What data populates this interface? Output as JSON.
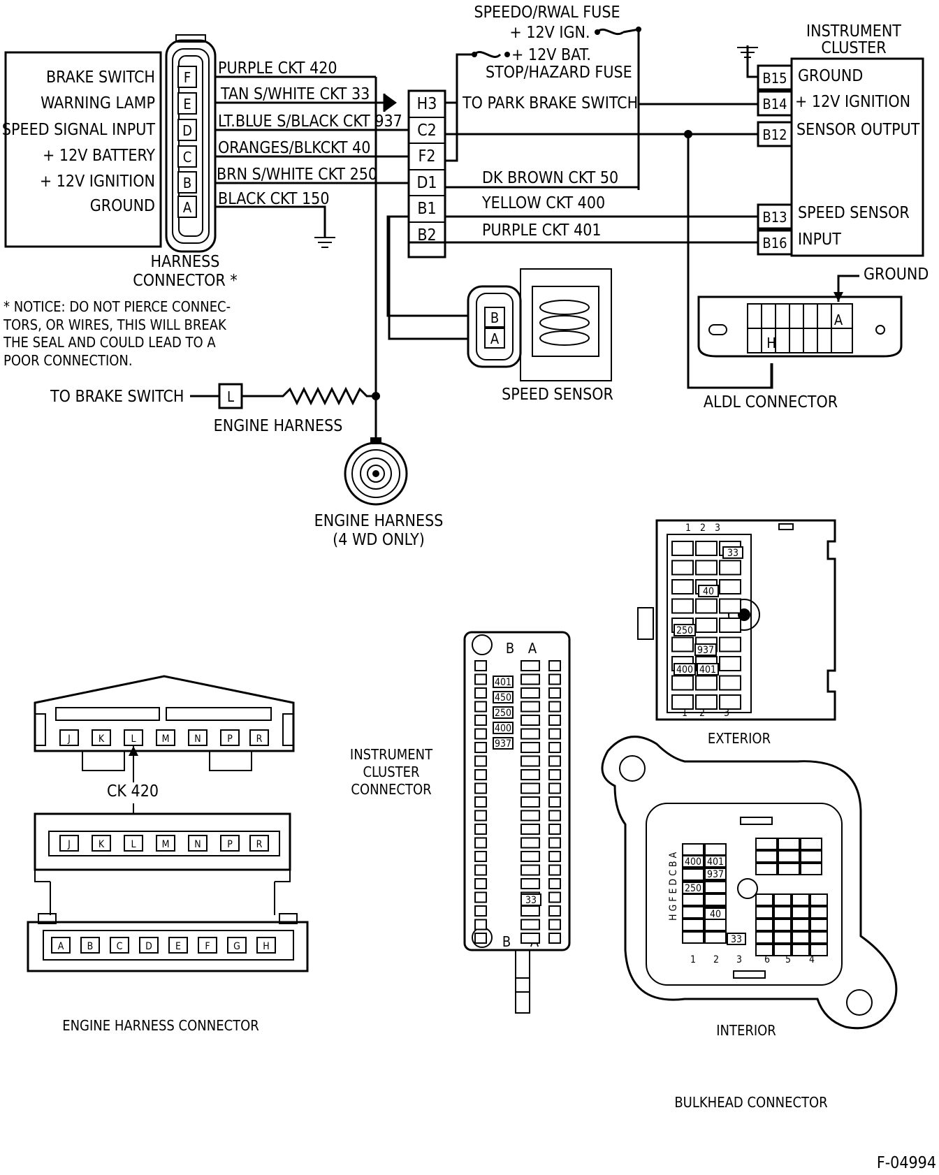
{
  "module": {
    "rows": [
      {
        "label": "BRAKE SWITCH",
        "pin": "F",
        "wire": "PURPLE CKT 420"
      },
      {
        "label": "WARNING LAMP",
        "pin": "E",
        "wire": "TAN S/WHITE CKT 33"
      },
      {
        "label": "SPEED SIGNAL INPUT",
        "pin": "D",
        "wire": "LT.BLUE S/BLACK CKT 937"
      },
      {
        "label": "+ 12V BATTERY",
        "pin": "C",
        "wire": "ORANGES/BLKCKT  40"
      },
      {
        "label": "+ 12V IGNITION",
        "pin": "B",
        "wire": "BRN S/WHITE CKT 250"
      },
      {
        "label": "GROUND",
        "pin": "A",
        "wire": "BLACK CKT 150"
      }
    ],
    "harness_label_1": "HARNESS",
    "harness_label_2": "CONNECTOR *"
  },
  "notice": [
    "* NOTICE: DO NOT PIERCE CONNEC-",
    "TORS, OR WIRES, THIS WILL BREAK",
    "THE SEAL AND COULD LEAD TO A",
    "POOR CONNECTION."
  ],
  "bulkhead_pins": [
    "H3",
    "C2",
    "F2",
    "D1",
    "B1",
    "B2"
  ],
  "fuses": {
    "speedo_1": "SPEEDO/RWAL FUSE",
    "speedo_2": "+ 12V IGN.",
    "bat_1": "+ 12V BAT.",
    "bat_2": "STOP/HAZARD FUSE"
  },
  "wires": {
    "park_brake": "TO PARK BRAKE SWITCH",
    "dk_brown": "DK BROWN CKT 50",
    "yellow": "YELLOW CKT 400",
    "purple401": "PURPLE CKT 401"
  },
  "cluster": {
    "title_1": "INSTRUMENT",
    "title_2": "CLUSTER",
    "pins": [
      {
        "pin": "B15",
        "label": "GROUND"
      },
      {
        "pin": "B14",
        "label": "+ 12V IGNITION"
      },
      {
        "pin": "B12",
        "label": "SENSOR OUTPUT"
      },
      {
        "pin": "B13",
        "label": "SPEED SENSOR"
      },
      {
        "pin": "B16",
        "label": "INPUT"
      }
    ]
  },
  "speed_sensor": {
    "label": "SPEED SENSOR",
    "pin_b": "B",
    "pin_a": "A"
  },
  "aldl": {
    "label": "ALDL CONNECTOR",
    "ground": "GROUND",
    "pin_a": "A",
    "pin_h": "H"
  },
  "brake_feed": {
    "label": "TO BRAKE SWITCH",
    "pin": "L",
    "harness": "ENGINE HARNESS"
  },
  "engine_4wd": {
    "line1": "ENGINE HARNESS",
    "line2": "(4 WD ONLY)"
  },
  "engine_connector": {
    "top_pins": [
      "J",
      "K",
      "L",
      "M",
      "N",
      "P",
      "R"
    ],
    "bottom_pins": [
      "A",
      "B",
      "C",
      "D",
      "E",
      "F",
      "G",
      "H"
    ],
    "ck_label": "CK 420",
    "title": "ENGINE HARNESS CONNECTOR"
  },
  "ic_connector": {
    "title_1": "INSTRUMENT",
    "title_2": "CLUSTER",
    "title_3": "CONNECTOR",
    "col_b": "B",
    "col_a": "A",
    "cells": [
      "401",
      "450",
      "250",
      "400",
      "937",
      "33"
    ]
  },
  "bulkhead_ext": {
    "label": "EXTERIOR",
    "cells": [
      "33",
      "40",
      "250",
      "937",
      "400",
      "401"
    ],
    "nums": [
      "1",
      "2",
      "3"
    ]
  },
  "bulkhead_int": {
    "label": "INTERIOR",
    "cells": [
      "400",
      "401",
      "937",
      "250",
      "40",
      "33"
    ],
    "rows_letters": "H G F E D C B A",
    "nums": [
      "1",
      "2",
      "3",
      "6",
      "5",
      "4"
    ]
  },
  "bulkhead_title": "BULKHEAD CONNECTOR",
  "figure_id": "F-04994"
}
